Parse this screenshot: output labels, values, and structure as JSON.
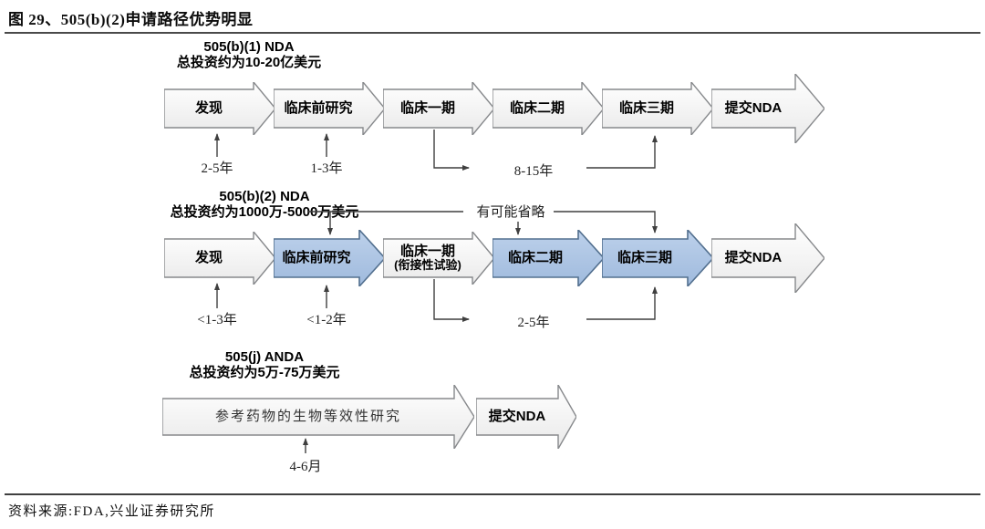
{
  "figure": {
    "title": "图 29、505(b)(2)申请路径优势明显",
    "source": "资料来源:FDA,兴业证券研究所"
  },
  "colors": {
    "blue_fill": "#aec6e3",
    "blue_border": "#53708f",
    "white_fill": "#f4f4f4",
    "white_border": "#87898c",
    "connector": "#3f3f3f"
  },
  "pathways": [
    {
      "name": "505(b)(1) NDA",
      "investment": "总投资约为10-20亿美元",
      "stages": [
        {
          "label": "发现"
        },
        {
          "label": "临床前研究"
        },
        {
          "label": "临床一期"
        },
        {
          "label": "临床二期"
        },
        {
          "label": "临床三期"
        },
        {
          "label": "提交NDA"
        }
      ],
      "durations": {
        "discovery": "2-5年",
        "preclinical": "1-3年",
        "clinical": "8-15年"
      }
    },
    {
      "name": "505(b)(2) NDA",
      "investment": "总投资约为1000万-5000万美元",
      "note": "有可能省略",
      "stages": [
        {
          "label": "发现"
        },
        {
          "label": "临床前研究"
        },
        {
          "label": "临床一期",
          "sublabel": "(衔接性试验)"
        },
        {
          "label": "临床二期"
        },
        {
          "label": "临床三期"
        },
        {
          "label": "提交NDA"
        }
      ],
      "durations": {
        "discovery": "<1-3年",
        "preclinical": "<1-2年",
        "clinical": "2-5年"
      }
    },
    {
      "name": "505(j) ANDA",
      "investment": "总投资约为5万-75万美元",
      "stages": [
        {
          "label": "参考药物的生物等效性研究"
        },
        {
          "label": "提交NDA"
        }
      ],
      "durations": {
        "bioequivalence": "4-6月"
      }
    }
  ]
}
